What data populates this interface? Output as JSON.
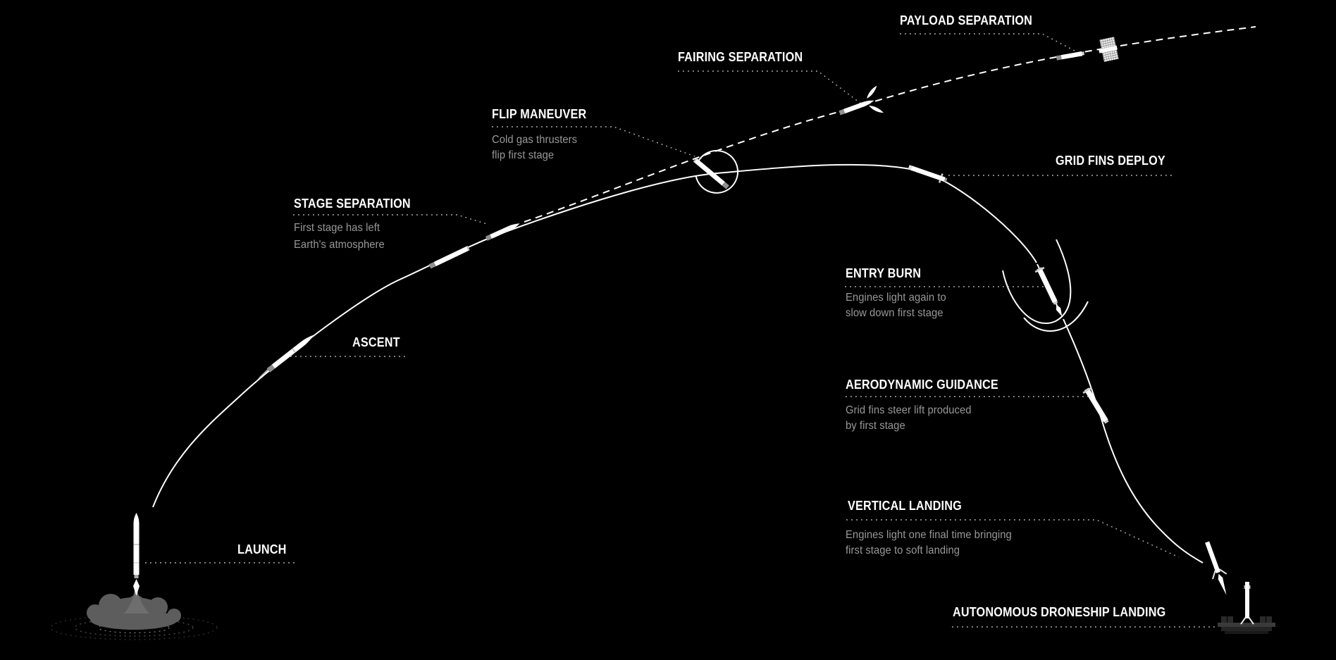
{
  "diagram": {
    "title": "rocket-launch-and-landing-sequence",
    "background_color": "#000000",
    "line_color": "#ffffff",
    "muted_text_color": "#999999"
  },
  "stages": {
    "launch": {
      "label": "LAUNCH"
    },
    "ascent": {
      "label": "ASCENT"
    },
    "stage_separation": {
      "label": "STAGE SEPARATION",
      "description": "First stage has left\nEarth's atmosphere"
    },
    "flip_maneuver": {
      "label": "FLIP MANEUVER",
      "description": "Cold gas thrusters\nflip first stage"
    },
    "fairing_separation": {
      "label": "FAIRING SEPARATION"
    },
    "payload_separation": {
      "label": "PAYLOAD SEPARATION"
    },
    "grid_fins_deploy": {
      "label": "GRID FINS DEPLOY"
    },
    "entry_burn": {
      "label": "ENTRY BURN",
      "description": "Engines light again to\nslow down first stage"
    },
    "aerodynamic_guidance": {
      "label": "AERODYNAMIC GUIDANCE",
      "description": "Grid fins steer lift produced\nby first stage"
    },
    "vertical_landing": {
      "label": "VERTICAL LANDING",
      "description": "Engines light one final time bringing\nfirst stage to soft landing"
    },
    "droneship_landing": {
      "label": "AUTONOMOUS DRONESHIP LANDING"
    }
  }
}
